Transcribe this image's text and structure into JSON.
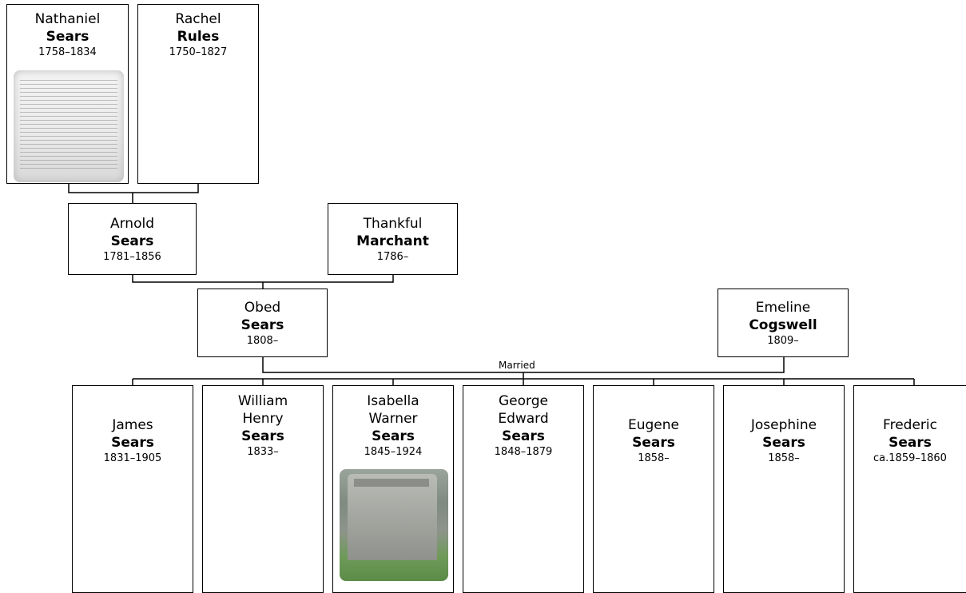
{
  "people": {
    "nathaniel": {
      "given": "Nathaniel",
      "surname": "Sears",
      "dates": "1758–1834"
    },
    "rachel": {
      "given": "Rachel",
      "surname": "Rules",
      "dates": "1750–1827"
    },
    "arnold": {
      "given": "Arnold",
      "surname": "Sears",
      "dates": "1781–1856"
    },
    "thankful": {
      "given": "Thankful",
      "surname": "Marchant",
      "dates": "1786–"
    },
    "obed": {
      "given": "Obed",
      "surname": "Sears",
      "dates": "1808–"
    },
    "emeline": {
      "given": "Emeline",
      "surname": "Cogswell",
      "dates": "1809–"
    },
    "james": {
      "given": "James",
      "surname": "Sears",
      "dates": "1831–1905"
    },
    "william": {
      "given": "William Henry",
      "surname": "Sears",
      "dates": "1833–"
    },
    "isabella": {
      "given": "Isabella Warner",
      "surname": "Sears",
      "dates": "1845–1924"
    },
    "george": {
      "given": "George Edward",
      "surname": "Sears",
      "dates": "1848–1879"
    },
    "eugene": {
      "given": "Eugene",
      "surname": "Sears",
      "dates": "1858–"
    },
    "josephine": {
      "given": "Josephine",
      "surname": "Sears",
      "dates": "1858–"
    },
    "frederic": {
      "given": "Frederic",
      "surname": "Sears",
      "dates": "ca.1859–1860"
    }
  },
  "relationship_label": "Married",
  "photos": {
    "nathaniel": "document-scan",
    "isabella": "gravestone"
  }
}
